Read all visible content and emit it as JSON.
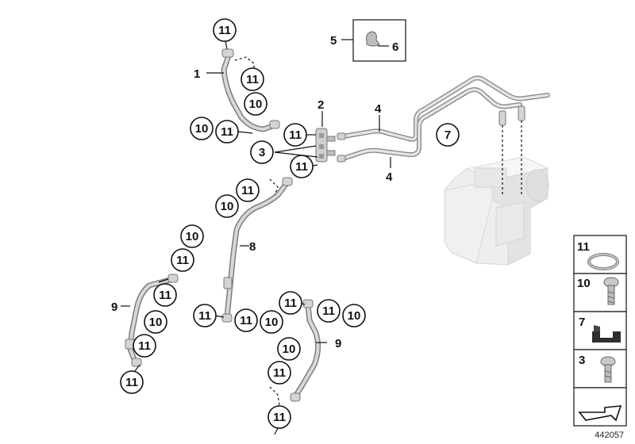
{
  "callouts": {
    "c11_top": "11",
    "c1": "1",
    "c11_b": "11",
    "c10_a": "10",
    "c10_b": "10",
    "c11_c": "11",
    "c2": "2",
    "c11_d": "11",
    "c3": "3",
    "c11_e": "11",
    "c4_a": "4",
    "c4_b": "4",
    "c5": "5",
    "c6": "6",
    "c7": "7",
    "c11_f": "11",
    "c10_c": "10",
    "c8": "8",
    "c10_d": "10",
    "c11_g": "11",
    "c9_a": "9",
    "c11_h": "11",
    "c10_e": "10",
    "c11_i": "11",
    "c11_j": "11",
    "c11_k": "11",
    "c11_l": "11",
    "c10_f": "10",
    "c11_m": "11",
    "c11_n": "11",
    "c10_g": "10",
    "c9_b": "9",
    "c10_h": "10",
    "c11_o": "11",
    "c11_p": "11"
  },
  "legend": [
    {
      "number": "11",
      "icon": "seal-ring-icon"
    },
    {
      "number": "10",
      "icon": "banjo-bolt-icon"
    },
    {
      "number": "7",
      "icon": "clip-holder-icon"
    },
    {
      "number": "3",
      "icon": "hex-socket-screw-icon"
    },
    {
      "number": "",
      "icon": "direction-arrow-icon"
    }
  ],
  "reference_number": "442057"
}
